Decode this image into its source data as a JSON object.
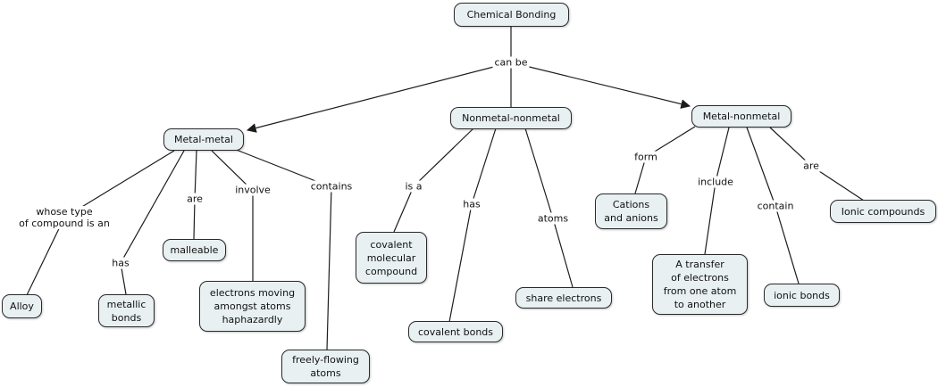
{
  "colors": {
    "node_fill": "#e8f0f2",
    "node_border": "#2a2a2a",
    "line": "#1c1c1c",
    "text": "#111111",
    "background": "#ffffff"
  },
  "nodes": [
    {
      "id": "chemical-bonding",
      "label": "Chemical Bonding"
    },
    {
      "id": "metal-metal",
      "label": "Metal-metal"
    },
    {
      "id": "nonmetal-nonmetal",
      "label": "Nonmetal-nonmetal"
    },
    {
      "id": "metal-nonmetal",
      "label": "Metal-nonmetal"
    },
    {
      "id": "alloy",
      "label": "Alloy"
    },
    {
      "id": "metallic-bonds",
      "label": "metallic\nbonds"
    },
    {
      "id": "malleable",
      "label": "malleable"
    },
    {
      "id": "electrons-moving",
      "label": "electrons moving\namongst atoms\nhaphazardly"
    },
    {
      "id": "freely-flowing",
      "label": "freely-flowing\natoms"
    },
    {
      "id": "covalent-molecular",
      "label": "covalent\nmolecular\ncompound"
    },
    {
      "id": "covalent-bonds",
      "label": "covalent bonds"
    },
    {
      "id": "share-electrons",
      "label": "share electrons"
    },
    {
      "id": "cations-anions",
      "label": "Cations\nand anions"
    },
    {
      "id": "transfer-electrons",
      "label": "A transfer\nof electrons\nfrom one atom\nto another"
    },
    {
      "id": "ionic-bonds",
      "label": "ionic bonds"
    },
    {
      "id": "ionic-compounds",
      "label": "Ionic compounds"
    }
  ],
  "labels": [
    {
      "id": "can-be",
      "text": "can be"
    },
    {
      "id": "whose-type",
      "text": "whose type\nof compound is an"
    },
    {
      "id": "has-1",
      "text": "has"
    },
    {
      "id": "are-1",
      "text": "are"
    },
    {
      "id": "involve",
      "text": "involve"
    },
    {
      "id": "contains",
      "text": "contains"
    },
    {
      "id": "is-a",
      "text": "is a"
    },
    {
      "id": "has-2",
      "text": "has"
    },
    {
      "id": "atoms",
      "text": "atoms"
    },
    {
      "id": "form",
      "text": "form"
    },
    {
      "id": "include",
      "text": "include"
    },
    {
      "id": "contain",
      "text": "contain"
    },
    {
      "id": "are-2",
      "text": "are"
    }
  ],
  "relationships": [
    {
      "from": "Chemical Bonding",
      "label": "can be",
      "to": [
        "Metal-metal",
        "Nonmetal-nonmetal",
        "Metal-nonmetal"
      ]
    },
    {
      "from": "Metal-metal",
      "label": "whose type of compound is an",
      "to": [
        "Alloy"
      ]
    },
    {
      "from": "Metal-metal",
      "label": "has",
      "to": [
        "metallic bonds"
      ]
    },
    {
      "from": "Metal-metal",
      "label": "are",
      "to": [
        "malleable"
      ]
    },
    {
      "from": "Metal-metal",
      "label": "involve",
      "to": [
        "electrons moving amongst atoms haphazardly"
      ]
    },
    {
      "from": "Metal-metal",
      "label": "contains",
      "to": [
        "freely-flowing atoms"
      ]
    },
    {
      "from": "Nonmetal-nonmetal",
      "label": "is a",
      "to": [
        "covalent molecular compound"
      ]
    },
    {
      "from": "Nonmetal-nonmetal",
      "label": "has",
      "to": [
        "covalent bonds"
      ]
    },
    {
      "from": "Nonmetal-nonmetal",
      "label": "atoms",
      "to": [
        "share electrons"
      ]
    },
    {
      "from": "Metal-nonmetal",
      "label": "form",
      "to": [
        "Cations and anions"
      ]
    },
    {
      "from": "Metal-nonmetal",
      "label": "include",
      "to": [
        "A transfer of electrons from one atom to another"
      ]
    },
    {
      "from": "Metal-nonmetal",
      "label": "contain",
      "to": [
        "ionic bonds"
      ]
    },
    {
      "from": "Metal-nonmetal",
      "label": "are",
      "to": [
        "Ionic compounds"
      ]
    }
  ]
}
